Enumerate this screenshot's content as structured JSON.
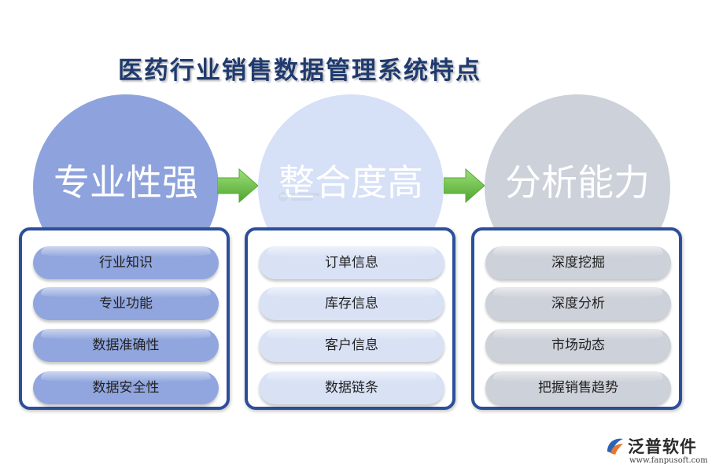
{
  "title": "医药行业销售数据管理系统特点",
  "columns": [
    {
      "heading": "专业性强",
      "circle_color": "#8ea3dd",
      "pill_color": "#91a6de",
      "items": [
        "行业知识",
        "专业功能",
        "数据准确性",
        "数据安全性"
      ]
    },
    {
      "heading": "整合度高",
      "circle_color": "#d6e0f7",
      "pill_color": "#d9e2f5",
      "items": [
        "订单信息",
        "库存信息",
        "客户信息",
        "数据链条"
      ]
    },
    {
      "heading": "分析能力",
      "circle_color": "#ccd1da",
      "pill_color": "#cdd1d9",
      "items": [
        "深度挖掘",
        "深度分析",
        "市场动态",
        "把握销售趋势"
      ]
    }
  ],
  "arrow_color": "#6cc24a",
  "border_color": "#2d4f9a",
  "logo": {
    "name": "泛普软件",
    "url": "www.fanpusoft.com"
  }
}
